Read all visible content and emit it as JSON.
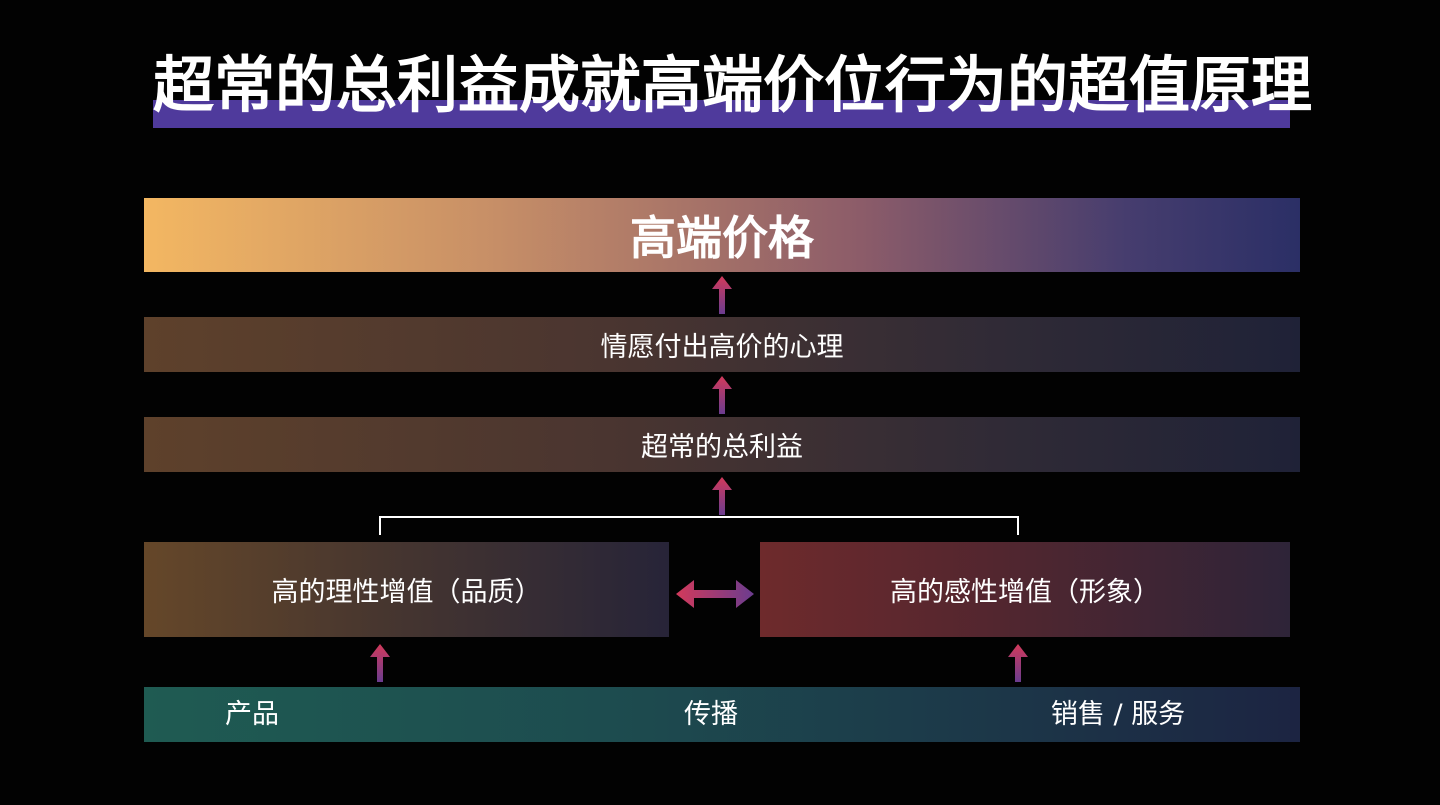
{
  "title": "超常的总利益成就高端价位行为的超值原理",
  "levels": {
    "top": "高端价格",
    "willing": "情愿付出高价的心理",
    "benefit": "超常的总利益"
  },
  "values": {
    "rational": "高的理性增值（品质）",
    "emotional": "高的感性增值（形象）"
  },
  "foundation": {
    "product": "产品",
    "communication": "传播",
    "sales_service": "销售 / 服务"
  },
  "colors": {
    "title_underline": "#4f3a9c",
    "arrow_top": "#d23a5b",
    "arrow_bottom": "#6b3c8f"
  }
}
